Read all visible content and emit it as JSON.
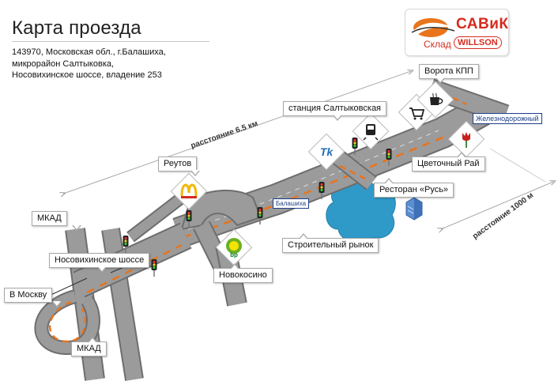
{
  "page": {
    "title": "Карта проезда",
    "address": [
      "143970, Московская обл., г.Балашиха,",
      "микрорайон Салтыковка,",
      "Носовихинское шоссе, владение 253"
    ]
  },
  "logo": {
    "name": "САВиК",
    "sub": "Склад",
    "brand": "WILLSON"
  },
  "labels": {
    "gate": "Ворота КПП",
    "station": "станция Салтыковская",
    "reutov": "Реутов",
    "mkad_top": "МКАД",
    "nosov": "Носовихинское шоссе",
    "moscow": "В Москву",
    "mkad_bottom": "МКАД",
    "novokosino": "Новокосино",
    "market": "Строительный рынок",
    "restaurant": "Ресторан «Русь»",
    "flowers": "Цветочный Рай",
    "zheleznodorozhny": "Железнодорожный",
    "balashikha": "Балашиха"
  },
  "distances": {
    "long": "расстояние 6.5 км",
    "short": "расстояние 1000 м"
  },
  "icons": {
    "tk": "Tk",
    "bp": "bp",
    "mcdonalds": "mcdonalds-icon",
    "train": "train-icon",
    "cart": "cart-icon",
    "coffee": "coffee-icon",
    "flower": "flower-icon",
    "building": "building-icon",
    "fuel": "bp-fuel-icon"
  },
  "colors": {
    "road": "#8e8e8e",
    "road_edge": "#6e6e6e",
    "accent_line": "#e8741c",
    "lake": "#2f9ac8",
    "brand_red": "#d52b1e"
  }
}
